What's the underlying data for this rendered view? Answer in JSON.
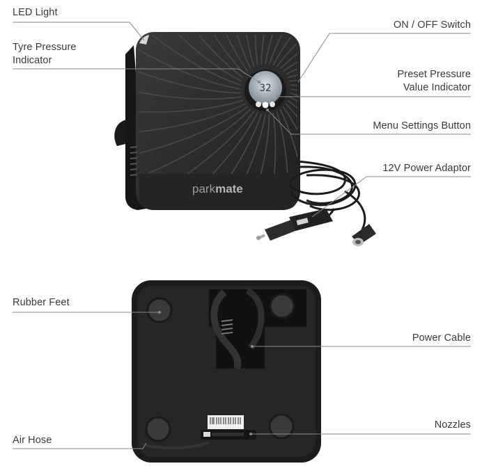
{
  "labels": {
    "led_light": "LED Light",
    "tyre_pressure_1": "Tyre Pressure",
    "tyre_pressure_2": "Indicator",
    "on_off_switch": "ON / OFF Switch",
    "preset_1": "Preset Pressure",
    "preset_2": "Value Indicator",
    "menu_button": "Menu Settings Button",
    "power_adaptor": "12V Power Adaptor",
    "rubber_feet": "Rubber Feet",
    "power_cable": "Power Cable",
    "nozzles": "Nozzles",
    "air_hose": "Air Hose"
  },
  "device": {
    "brand_a": "park",
    "brand_b": "mate",
    "display_value": "32"
  },
  "colors": {
    "body": "#2b2b2b",
    "body_dark": "#1c1c1c",
    "leader": "#8a8a8a",
    "text": "#3a3a3a"
  }
}
